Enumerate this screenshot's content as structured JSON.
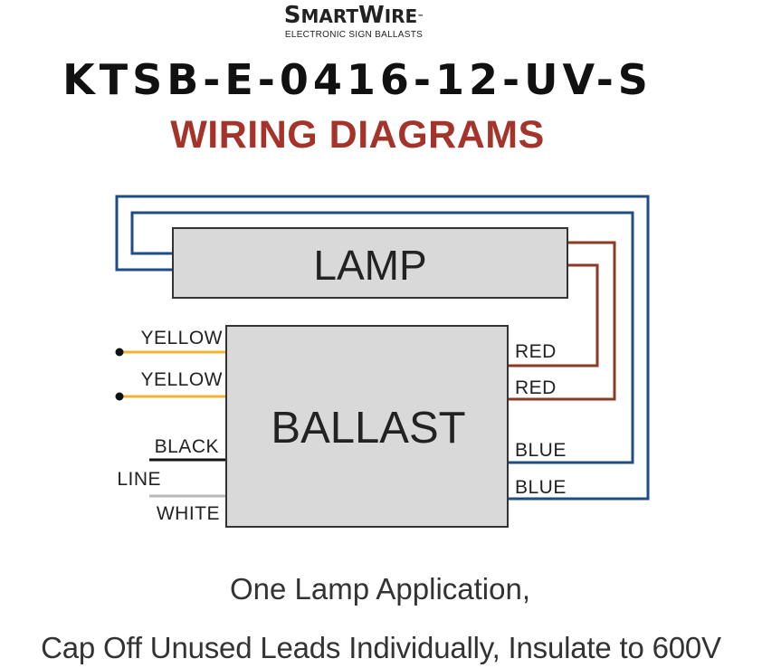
{
  "logo": {
    "brand_s": "S",
    "brand_mart": "MART",
    "brand_w": "W",
    "brand_ire": "IRE",
    "trademark": "™",
    "tagline": "ELECTRONIC SIGN BALLASTS"
  },
  "title": {
    "model": "KTSB-E-0416-12-UV-S",
    "heading": "WIRING DIAGRAMS"
  },
  "diagram": {
    "lamp_label": "LAMP",
    "ballast_label": "BALLAST",
    "line_label": "LINE",
    "left_wires": [
      {
        "label": "YELLOW",
        "color": "#f2b531"
      },
      {
        "label": "YELLOW",
        "color": "#f2b531"
      },
      {
        "label": "BLACK",
        "color": "#111111"
      },
      {
        "label": "WHITE",
        "color": "#b8b8b8"
      }
    ],
    "right_wires": [
      {
        "label": "RED",
        "color": "#8c3a24"
      },
      {
        "label": "RED",
        "color": "#8c3a24"
      },
      {
        "label": "BLUE",
        "color": "#1f4d86"
      },
      {
        "label": "BLUE",
        "color": "#1f4d86"
      }
    ],
    "box_fill": "#d9d9d9"
  },
  "captions": {
    "line1": "One Lamp Application,",
    "line2": "Cap Off Unused Leads Individually, Insulate to 600V"
  }
}
